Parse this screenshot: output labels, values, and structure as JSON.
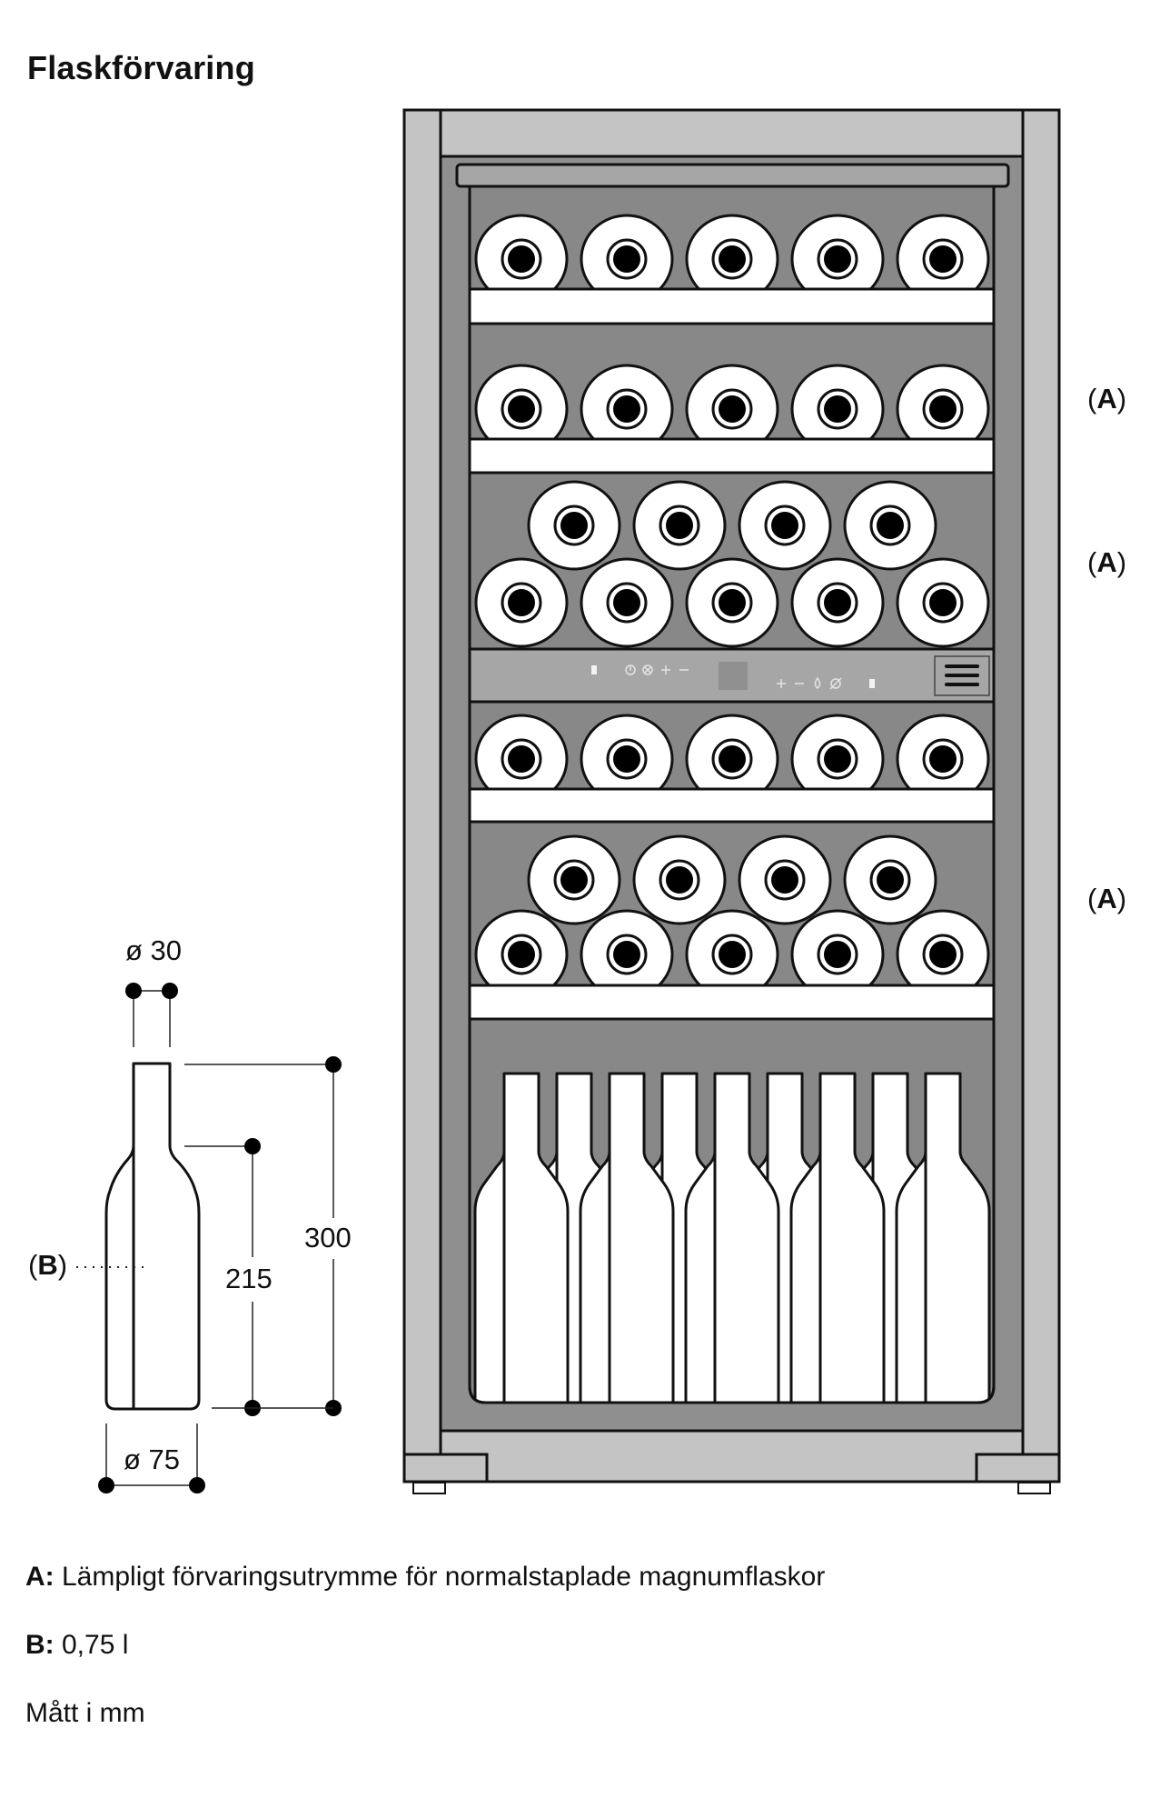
{
  "title": "Flaskförvaring",
  "cabinet": {
    "colors": {
      "frame": "#c4c4c4",
      "interior_dark": "#8f8f8f",
      "back_wall": "#888888",
      "rail": "#a6a6a6",
      "shelf": "#ffffff",
      "panel": "#a6a6a6",
      "display": "#909090",
      "outline": "#111111",
      "bottle": "#ffffff",
      "bottle_core": "#000000"
    },
    "sections": [
      {
        "type": "single-row",
        "bottles": 5
      },
      {
        "type": "single-row",
        "bottles": 5
      },
      {
        "type": "stacked",
        "bottles_lower": 5,
        "bottles_upper": 4
      },
      {
        "type": "control-panel"
      },
      {
        "type": "single-row",
        "bottles": 5
      },
      {
        "type": "stacked",
        "bottles_lower": 5,
        "bottles_upper": 4
      },
      {
        "type": "standing",
        "bottles_front": 5,
        "bottles_rear": 4
      }
    ],
    "control_panel": {
      "left_icons": [
        "light-icon",
        "power-icon",
        "fan-icon",
        "plus-icon",
        "minus-icon"
      ],
      "right_icons": [
        "plus-icon",
        "minus-icon",
        "humidity-icon",
        "alarm-off-icon",
        "lock-icon"
      ],
      "menu_icon": "menu-icon"
    }
  },
  "labels": {
    "a1": {
      "open": "(",
      "letter": "A",
      "close": ")"
    },
    "a2": {
      "open": "(",
      "letter": "A",
      "close": ")"
    },
    "a3": {
      "open": "(",
      "letter": "A",
      "close": ")"
    },
    "b": {
      "open": "(",
      "letter": "B",
      "close": ")"
    }
  },
  "bottle_dims": {
    "neck_diameter": "ø 30",
    "height_total": "300",
    "height_shoulder": "215",
    "body_diameter": "ø 75"
  },
  "legend": [
    {
      "key": "A:",
      "text": " Lämpligt förvaringsutrymme för normalstaplade magnumflaskor"
    },
    {
      "key": "B:",
      "text": " 0,75 l"
    },
    {
      "key": "",
      "text": "Mått i mm"
    }
  ]
}
